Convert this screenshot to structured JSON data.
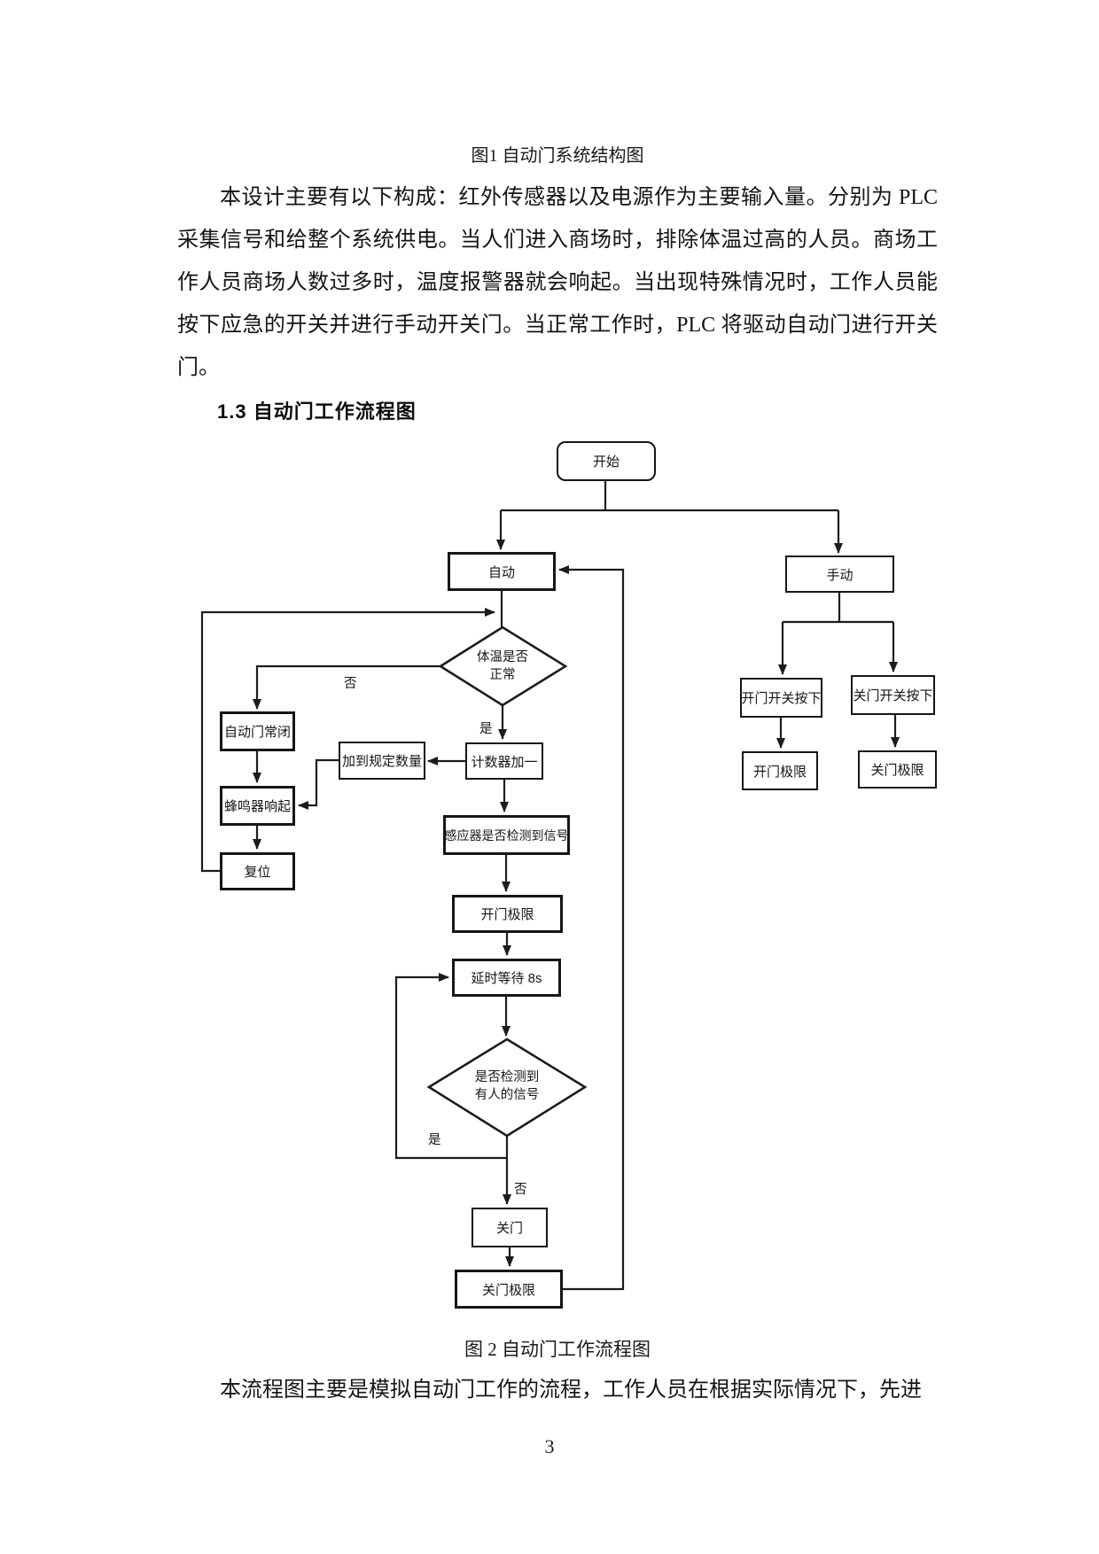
{
  "document": {
    "figure1_caption": "图1 自动门系统结构图",
    "paragraph1": "本设计主要有以下构成：红外传感器以及电源作为主要输入量。分别为 PLC 采集信号和给整个系统供电。当人们进入商场时，排除体温过高的人员。商场工作人员商场人数过多时，温度报警器就会响起。当出现特殊情况时，工作人员能按下应急的开关并进行手动开关门。当正常工作时，PLC 将驱动自动门进行开关门。",
    "section_heading": "1.3 自动门工作流程图",
    "figure2_caption": "图 2 自动门工作流程图",
    "paragraph2": "本流程图主要是模拟自动门工作的流程，工作人员在根据实际情况下，先进",
    "page_number": "3"
  },
  "flowchart": {
    "nodes": {
      "start": "开始",
      "auto": "自动",
      "manual": "手动",
      "temp_check": "体温是否正常",
      "door_closed": "自动门常闭",
      "buzzer": "蜂鸣器响起",
      "reset": "复位",
      "count_limit": "加到规定数量",
      "counter_inc": "计数器加一",
      "sensor_check": "感应器是否检测到信号",
      "open_limit": "开门极限",
      "delay": "延时等待 8s",
      "person_check": "是否检测到有人的信号",
      "close_door": "关门",
      "close_limit": "关门极限",
      "open_switch": "开门开关按下",
      "close_switch": "关门开关按下",
      "open_limit_manual": "开门极限",
      "close_limit_manual": "关门极限"
    },
    "edge_labels": {
      "temp_no": "否",
      "temp_yes": "是",
      "person_yes": "是",
      "person_no": "否"
    },
    "colors": {
      "line": "#1c1c1c",
      "border": "#161616",
      "text": "#141414",
      "background": "#ffffff"
    }
  }
}
